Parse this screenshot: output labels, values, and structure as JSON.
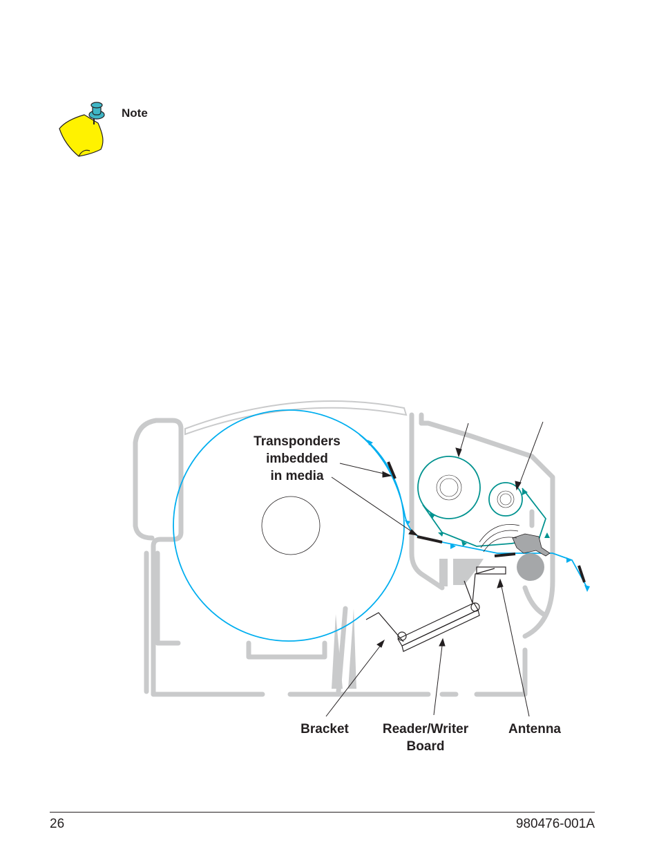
{
  "note": {
    "label": "Note"
  },
  "figure": {
    "callouts": {
      "transponders": [
        "Transponders",
        "imbedded",
        "in media"
      ],
      "bracket": [
        "Bracket"
      ],
      "reader_writer_board": [
        "Reader/Writer",
        "Board"
      ],
      "antenna": [
        "Antenna"
      ]
    },
    "colors": {
      "media_path": "#00aeef",
      "ribbon_path": "#00928f",
      "frame": "#c9cacb",
      "line": "#231f20",
      "platen": "#a5a7a9"
    }
  },
  "footer": {
    "page_number": "26",
    "document_number": "980476-001A"
  }
}
